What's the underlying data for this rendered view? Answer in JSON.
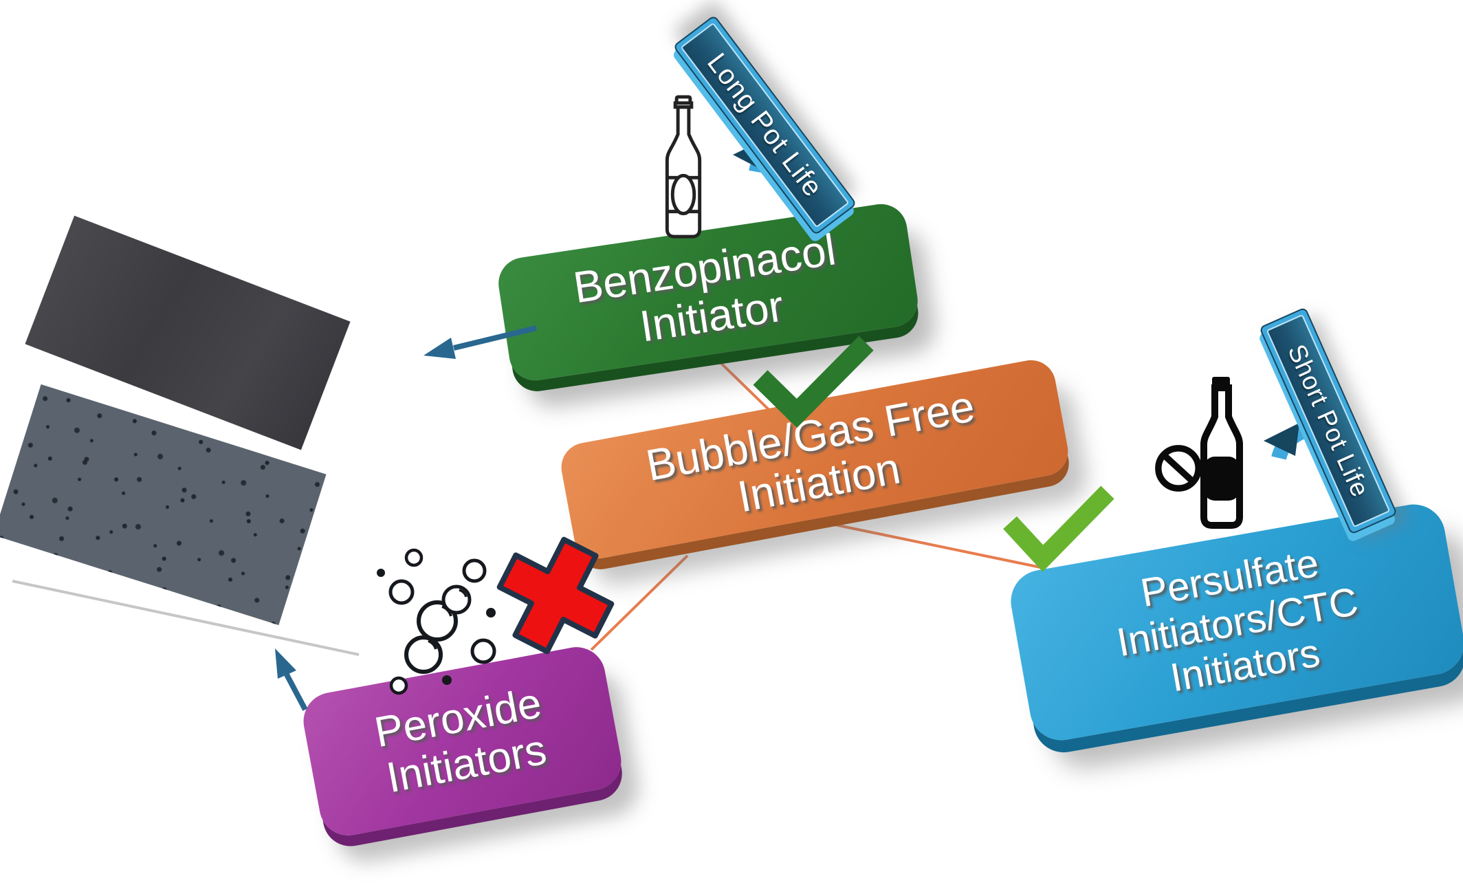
{
  "diagram": {
    "background_color": "#ffffff",
    "nodes": [
      {
        "id": "benzopinacol-initiator",
        "lines": [
          "Benzopinacol",
          "Initiator"
        ],
        "face_color": "#2c7a31",
        "side_color": "#19511e",
        "text_color": "#ffffff"
      },
      {
        "id": "bubble-gas-free-initiation",
        "lines": [
          "Bubble/Gas Free",
          "Initiation"
        ],
        "face_color": "#d9753b",
        "side_color": "#9c5526",
        "text_color": "#ffffff"
      },
      {
        "id": "persulfate-ctc-initiators",
        "lines": [
          "Persulfate",
          "Initiators/CTC",
          "Initiators"
        ],
        "face_color": "#2b9fd2",
        "side_color": "#13688f",
        "text_color": "#ffffff"
      },
      {
        "id": "peroxide-initiators",
        "lines": [
          "Peroxide",
          "Initiators"
        ],
        "face_color": "#a136a0",
        "side_color": "#6e2170",
        "text_color": "#ffffff"
      }
    ],
    "banners": [
      {
        "id": "long-pot-life",
        "label": "Long Pot Life",
        "panel_color": "#1d5270",
        "frame_color": "#3ea9dd"
      },
      {
        "id": "short-pot-life",
        "label": "Short Pot Life",
        "panel_color": "#1d5270",
        "frame_color": "#3ea9dd"
      }
    ],
    "icons": [
      {
        "id": "bottle-outline-icon",
        "meaning": "resin bottle (allowed)"
      },
      {
        "id": "no-bottle-icon",
        "meaning": "prohibition sign over bottle"
      },
      {
        "id": "bubbles-icon",
        "meaning": "gas bubbles"
      },
      {
        "id": "check-icon-dark",
        "color": "#2a792c"
      },
      {
        "id": "check-icon-light",
        "color": "#69b42f"
      },
      {
        "id": "cross-icon",
        "color": "#ee1111"
      }
    ],
    "connectors": {
      "line_color": "#e87c4e",
      "arrow_color": "#29678f",
      "links": [
        {
          "from": "benzopinacol-initiator",
          "to": "bubble-gas-free-initiation",
          "mark": "check"
        },
        {
          "from": "bubble-gas-free-initiation",
          "to": "persulfate-ctc-initiators",
          "mark": "check"
        },
        {
          "from": "bubble-gas-free-initiation",
          "to": "peroxide-initiators",
          "mark": "cross"
        }
      ]
    },
    "photos": [
      {
        "id": "sample-smooth",
        "description": "bubble-free cured sample"
      },
      {
        "id": "sample-bubbly",
        "description": "cured sample with bubbles"
      }
    ]
  }
}
